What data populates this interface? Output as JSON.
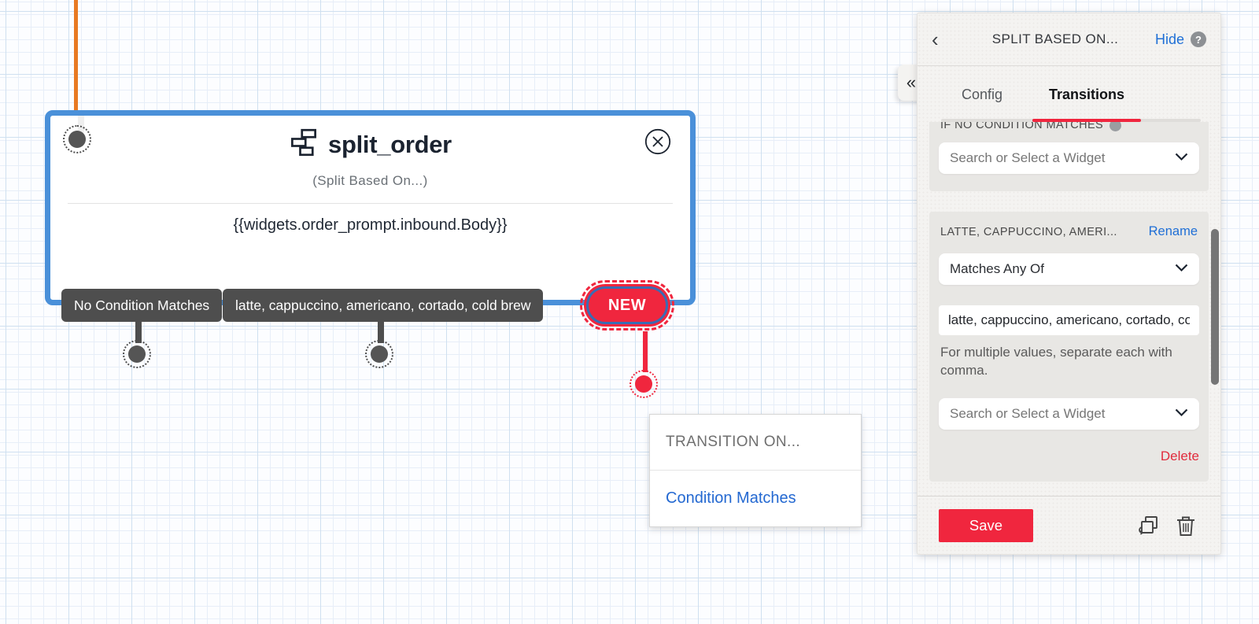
{
  "colors": {
    "accent_blue": "#4a90d9",
    "brand_red": "#f0263e",
    "link_blue": "#1f6fd6",
    "wire_orange": "#e87a22"
  },
  "canvas": {
    "node": {
      "title": "split_order",
      "subtitle": "(Split Based On...)",
      "body_expression": "{{widgets.order_prompt.inbound.Body}}",
      "transition_labels": [
        "No Condition Matches",
        "latte, cappuccino, americano, cortado, cold brew"
      ],
      "new_button": "NEW"
    },
    "transition_menu": {
      "header": "TRANSITION ON...",
      "items": [
        "Condition Matches"
      ]
    }
  },
  "panel": {
    "collapse_icon": "«",
    "header": {
      "back_icon": "‹",
      "title": "SPLIT BASED ON...",
      "hide": "Hide",
      "help_icon": "?"
    },
    "tabs": [
      {
        "label": "Config",
        "active": false
      },
      {
        "label": "Transitions",
        "active": true
      }
    ],
    "sections": {
      "no_match": {
        "label": "IF NO CONDITION MATCHES",
        "widget_placeholder": "Search or Select a Widget"
      },
      "condition": {
        "name": "LATTE, CAPPUCCINO, AMERI...",
        "rename": "Rename",
        "operator": "Matches Any Of",
        "value": "latte, cappuccino, americano, cortado, cold brew",
        "helper": "For multiple values, separate each with comma.",
        "widget_placeholder": "Search or Select a Widget",
        "delete": "Delete"
      }
    },
    "footer": {
      "save": "Save"
    }
  }
}
